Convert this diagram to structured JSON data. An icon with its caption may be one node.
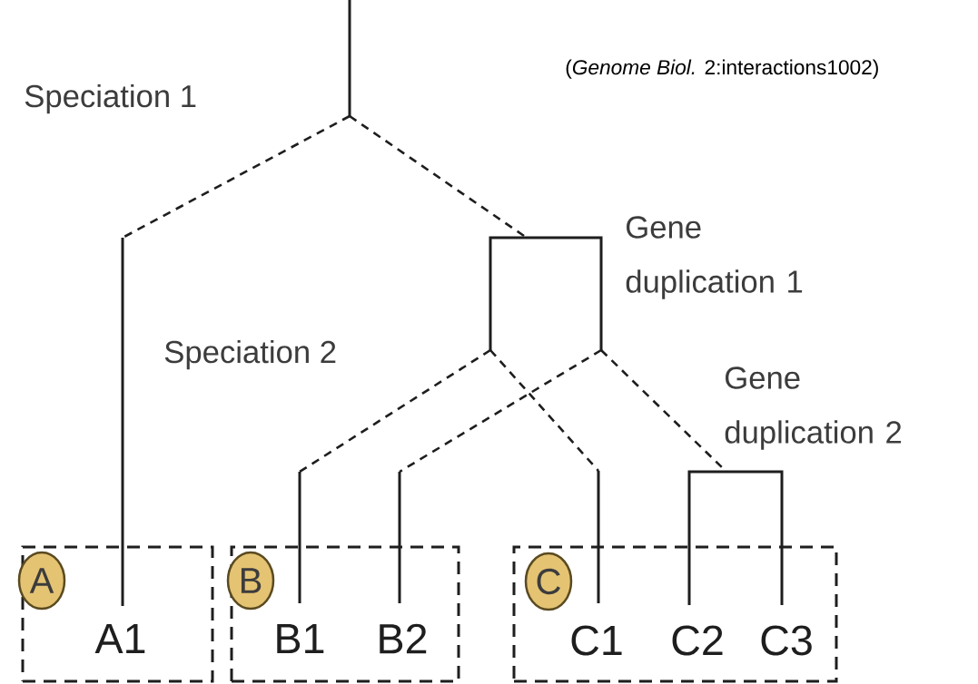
{
  "diagram": {
    "nodes": [
      {
        "text": [],
        "shape": "box"
      },
      {
        "text": [
          "A"
        ],
        "in": 0
      },
      {
        "text": [
          "A1"
        ],
        "in": 0
      },
      {
        "text": [],
        "shape": "box"
      },
      {
        "text": [
          "B"
        ],
        "in": 3
      },
      {
        "text": [
          "B1"
        ],
        "in": 3
      },
      {
        "text": [
          "B2"
        ],
        "in": 3
      },
      {
        "text": [],
        "shape": "box"
      },
      {
        "text": [
          "C"
        ],
        "in": 7
      },
      {
        "text": [
          "C1"
        ],
        "in": 7
      },
      {
        "text": [
          "C2"
        ],
        "in": 7
      },
      {
        "text": [
          "C3"
        ],
        "in": 7
      }
    ],
    "labels": [
      "(*Genome Biol.* 2:interactions1002)",
      "Speciation 1",
      "Gene duplication 1",
      "Speciation 2",
      "Gene duplication 2"
    ]
  }
}
